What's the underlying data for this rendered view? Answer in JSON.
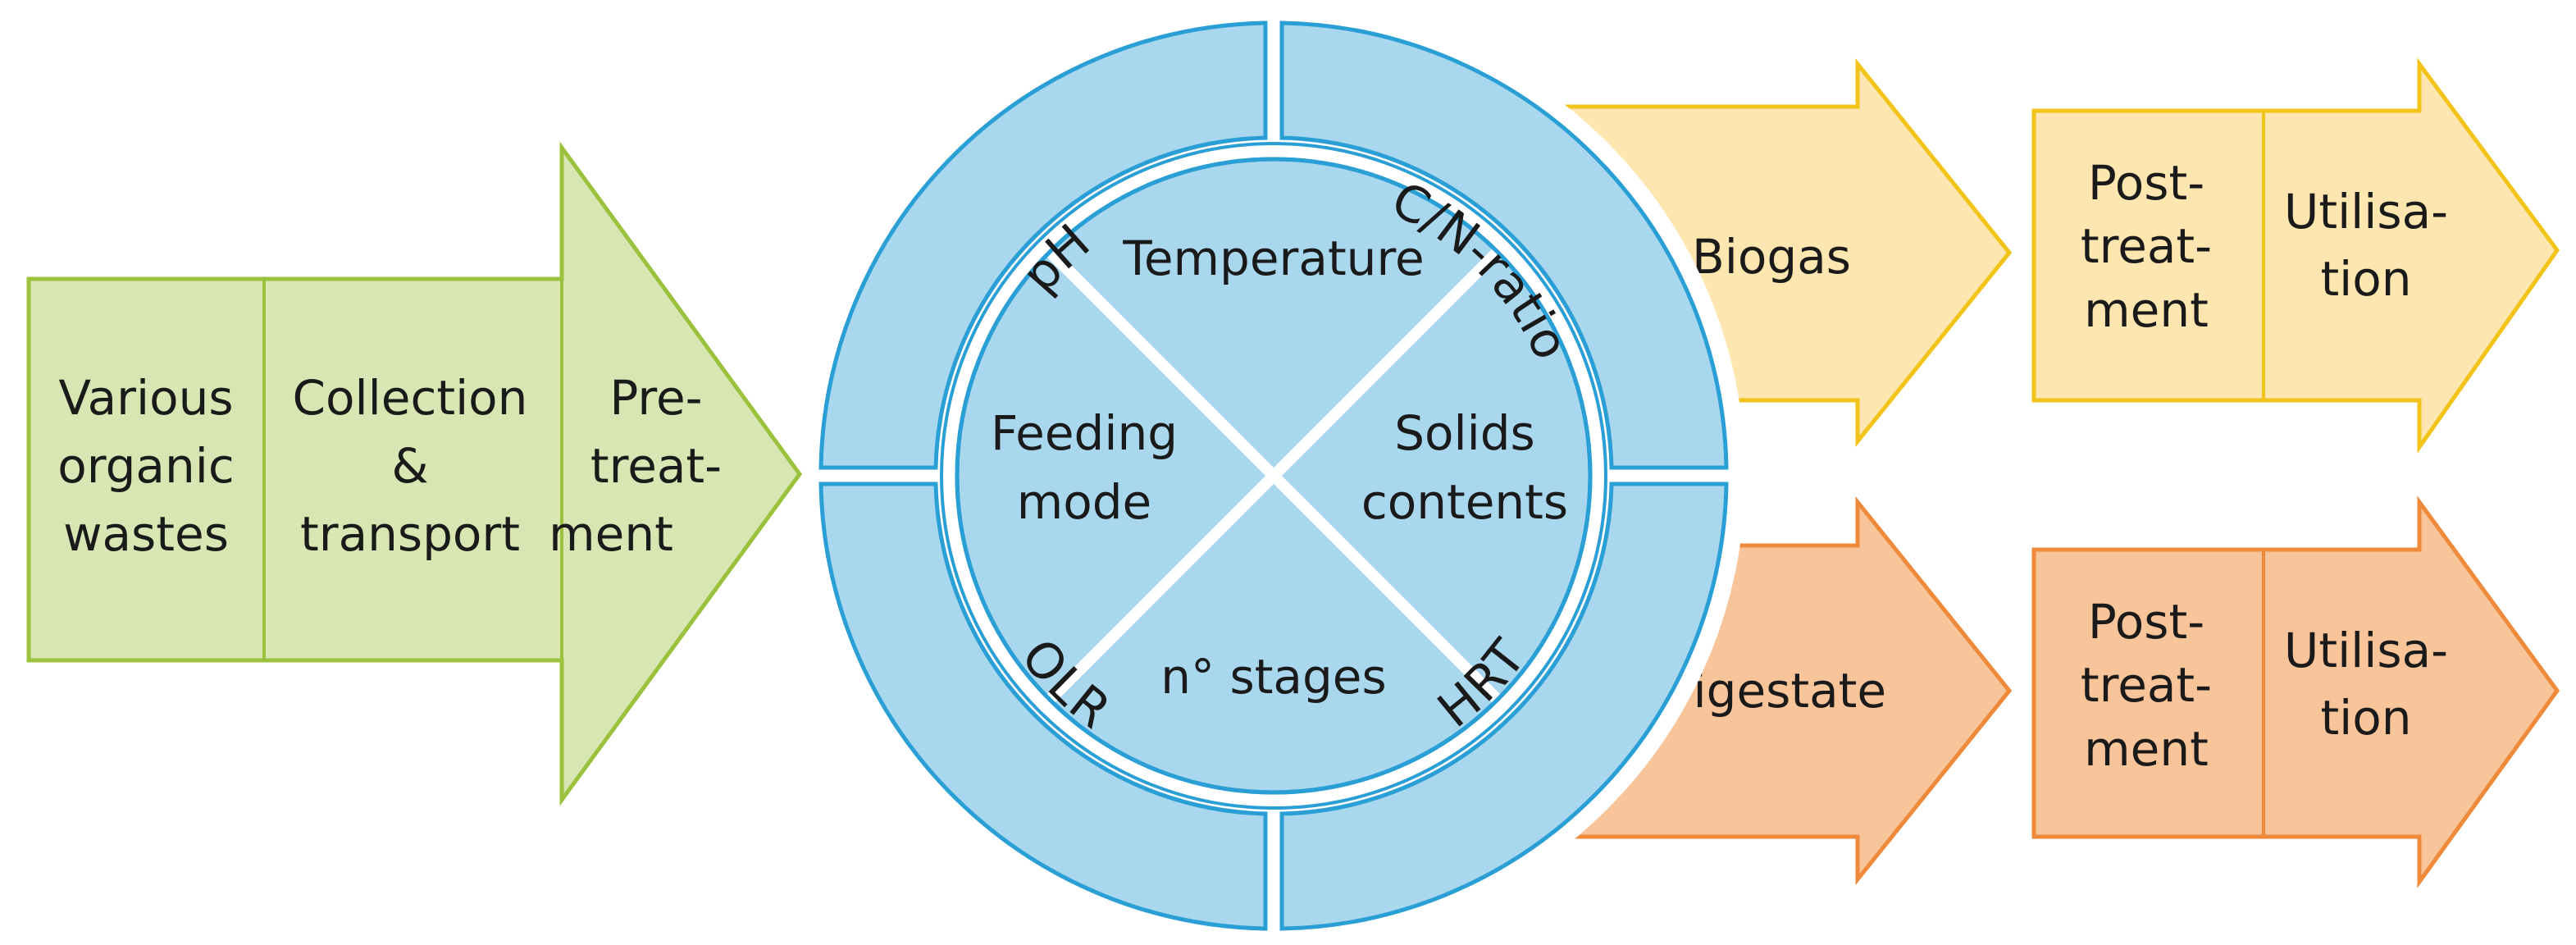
{
  "input_stage": {
    "various_wastes": [
      "Various",
      "organic",
      "wastes"
    ],
    "collection": [
      "Collection",
      "&",
      "transport"
    ],
    "pretreatment": [
      "Pre-",
      "treat-",
      "ment"
    ],
    "fill_color": "#d7e6b3",
    "stroke_color": "#9bc23c"
  },
  "digester": {
    "outer_ring": {
      "pH": "pH",
      "cn_ratio": "C/N-ratio",
      "olr": "OLR",
      "hrt": "HRT"
    },
    "inner": {
      "temperature": "Temperature",
      "feeding_mode": [
        "Feeding",
        "mode"
      ],
      "solids_contents": [
        "Solids",
        "contents"
      ],
      "stages": "n° stages"
    },
    "fill_color": "#a9d8ee",
    "stroke_color": "#2a9fd6"
  },
  "biogas_branch": {
    "product": "Biogas",
    "post_treatment": [
      "Post-",
      "treat-",
      "ment"
    ],
    "utilisation": [
      "Utilisa-",
      "tion"
    ],
    "fill_color": "#fde6b0",
    "stroke_color": "#f2c318"
  },
  "digestate_branch": {
    "product": "Digestate",
    "post_treatment": [
      "Post-",
      "treat-",
      "ment"
    ],
    "utilisation": [
      "Utilisa-",
      "tion"
    ],
    "fill_color": "#f8c49a",
    "stroke_color": "#ee8a3a"
  }
}
